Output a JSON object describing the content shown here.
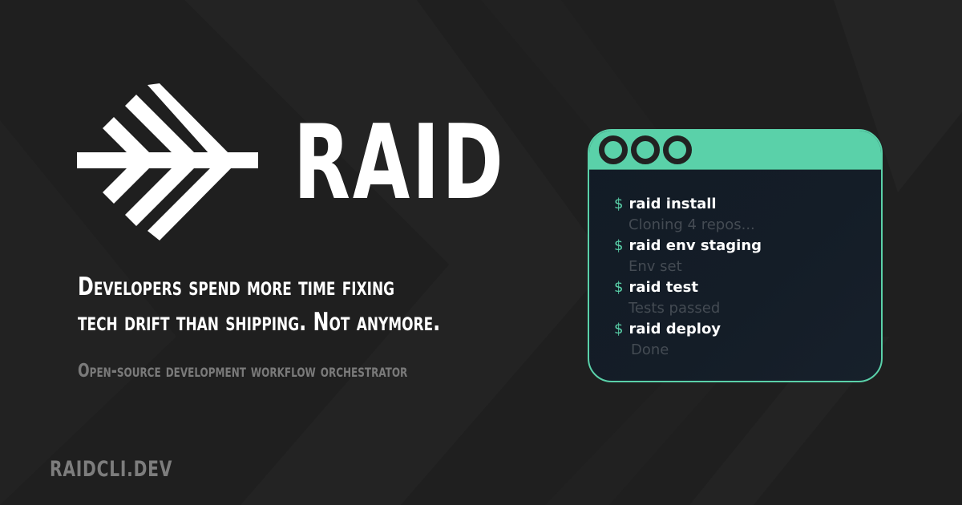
{
  "brand": {
    "name": "Raid",
    "logo_icon": "arrow-chevrons-icon"
  },
  "hero": {
    "tagline_line1": "Developers spend more time fixing",
    "tagline_line2": "tech drift than shipping. Not anymore.",
    "subtitle": "Open-source development workflow orchestrator"
  },
  "footer": {
    "url": "RAIDCLI.DEV"
  },
  "terminal": {
    "prompt_symbol": "$",
    "window_controls": [
      "dot",
      "dot",
      "dot"
    ],
    "lines": [
      {
        "type": "command",
        "text": "raid install"
      },
      {
        "type": "output",
        "text": "Cloning 4 repos..."
      },
      {
        "type": "command",
        "text": "raid env staging"
      },
      {
        "type": "output",
        "text": "Env set"
      },
      {
        "type": "command",
        "text": "raid test"
      },
      {
        "type": "output",
        "text": "Tests passed"
      },
      {
        "type": "command",
        "text": "raid deploy"
      },
      {
        "type": "output",
        "text": "Done"
      }
    ]
  },
  "colors": {
    "background": "#1f1f1f",
    "accent": "#5ad1a9",
    "terminal_bg": "#131c27",
    "text_primary": "#ffffff",
    "text_muted": "#7a7a7a"
  }
}
